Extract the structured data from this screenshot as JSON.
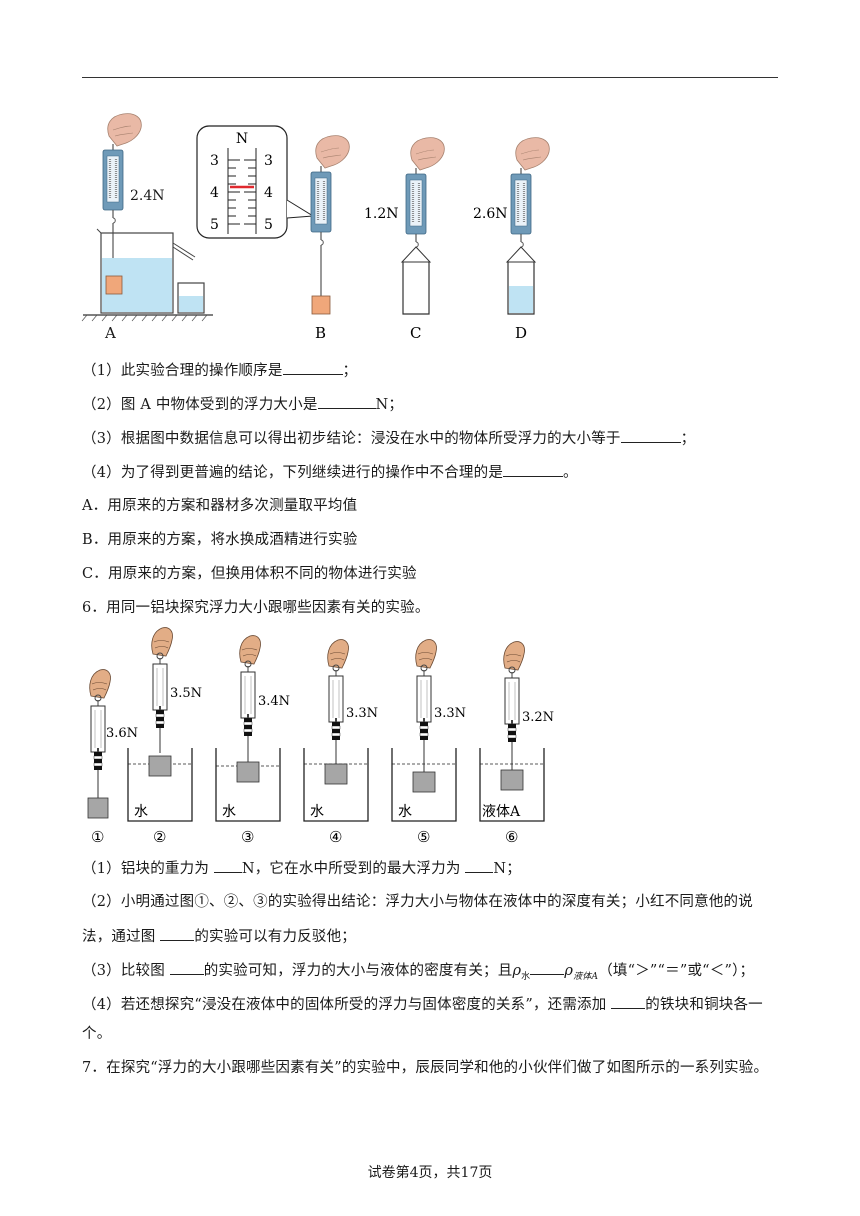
{
  "figure1": {
    "labels": [
      "A",
      "B",
      "C",
      "D"
    ],
    "readings": {
      "A": "2.4N",
      "C": "1.2N",
      "D": "2.6N"
    },
    "zoom": {
      "unit": "N",
      "left_ticks": [
        "3",
        "4",
        "5"
      ],
      "right_ticks": [
        "3",
        "4",
        "5"
      ]
    }
  },
  "q5": {
    "p1_pre": "（1）此实验合理的操作顺序是",
    "p1_post": "；",
    "p2_pre": "（2）图 A 中物体受到的浮力大小是",
    "p2_post": "N；",
    "p3_pre": "（3）根据图中数据信息可以得出初步结论：浸没在水中的物体所受浮力的大小等于",
    "p3_post": "；",
    "p4_pre": "（4）为了得到更普遍的结论，下列继续进行的操作中不合理的是",
    "p4_post": "。",
    "optA": "A．用原来的方案和器材多次测量取平均值",
    "optB": "B．用原来的方案，将水换成酒精进行实验",
    "optC": "C．用原来的方案，但换用体积不同的物体进行实验"
  },
  "q6": {
    "stem": "6．用同一铝块探究浮力大小跟哪些因素有关的实验。",
    "readings": [
      "3.6N",
      "3.5N",
      "3.4N",
      "3.3N",
      "3.3N",
      "3.2N"
    ],
    "liquids": [
      "水",
      "水",
      "水",
      "水",
      "液体A"
    ],
    "nums": [
      "①",
      "②",
      "③",
      "④",
      "⑤",
      "⑥"
    ],
    "p1_a": "（1）铝块的重力为 ",
    "p1_b": "N，它在水中所受到的最大浮力为 ",
    "p1_c": "N；",
    "p2_a": "（2）小明通过图①、②、③的实验得出结论：浮力大小与物体在液体中的深度有关；小红不同意他的说",
    "p2_b": "法，通过图 ",
    "p2_c": "的实验可以有力反驳他；",
    "p3_a": "（3）比较图 ",
    "p3_b": "的实验可知，浮力的大小与液体的密度有关；且",
    "rho": "ρ",
    "sub_water": "水",
    "sub_liquid": "液体A",
    "p3_c": "（填“＞”“＝”或“＜”）；",
    "p4_a": "（4）若还想探究“浸没在液体中的固体所受的浮力与固体密度的关系”，还需添加 ",
    "p4_b": "的铁块和铜块各一",
    "p4_c": "个。"
  },
  "q7": {
    "stem": "7．在探究“浮力的大小跟哪些因素有关”的实验中，辰辰同学和他的小伙伴们做了如图所示的一系列实验。"
  },
  "footer": "试卷第4页，共17页"
}
